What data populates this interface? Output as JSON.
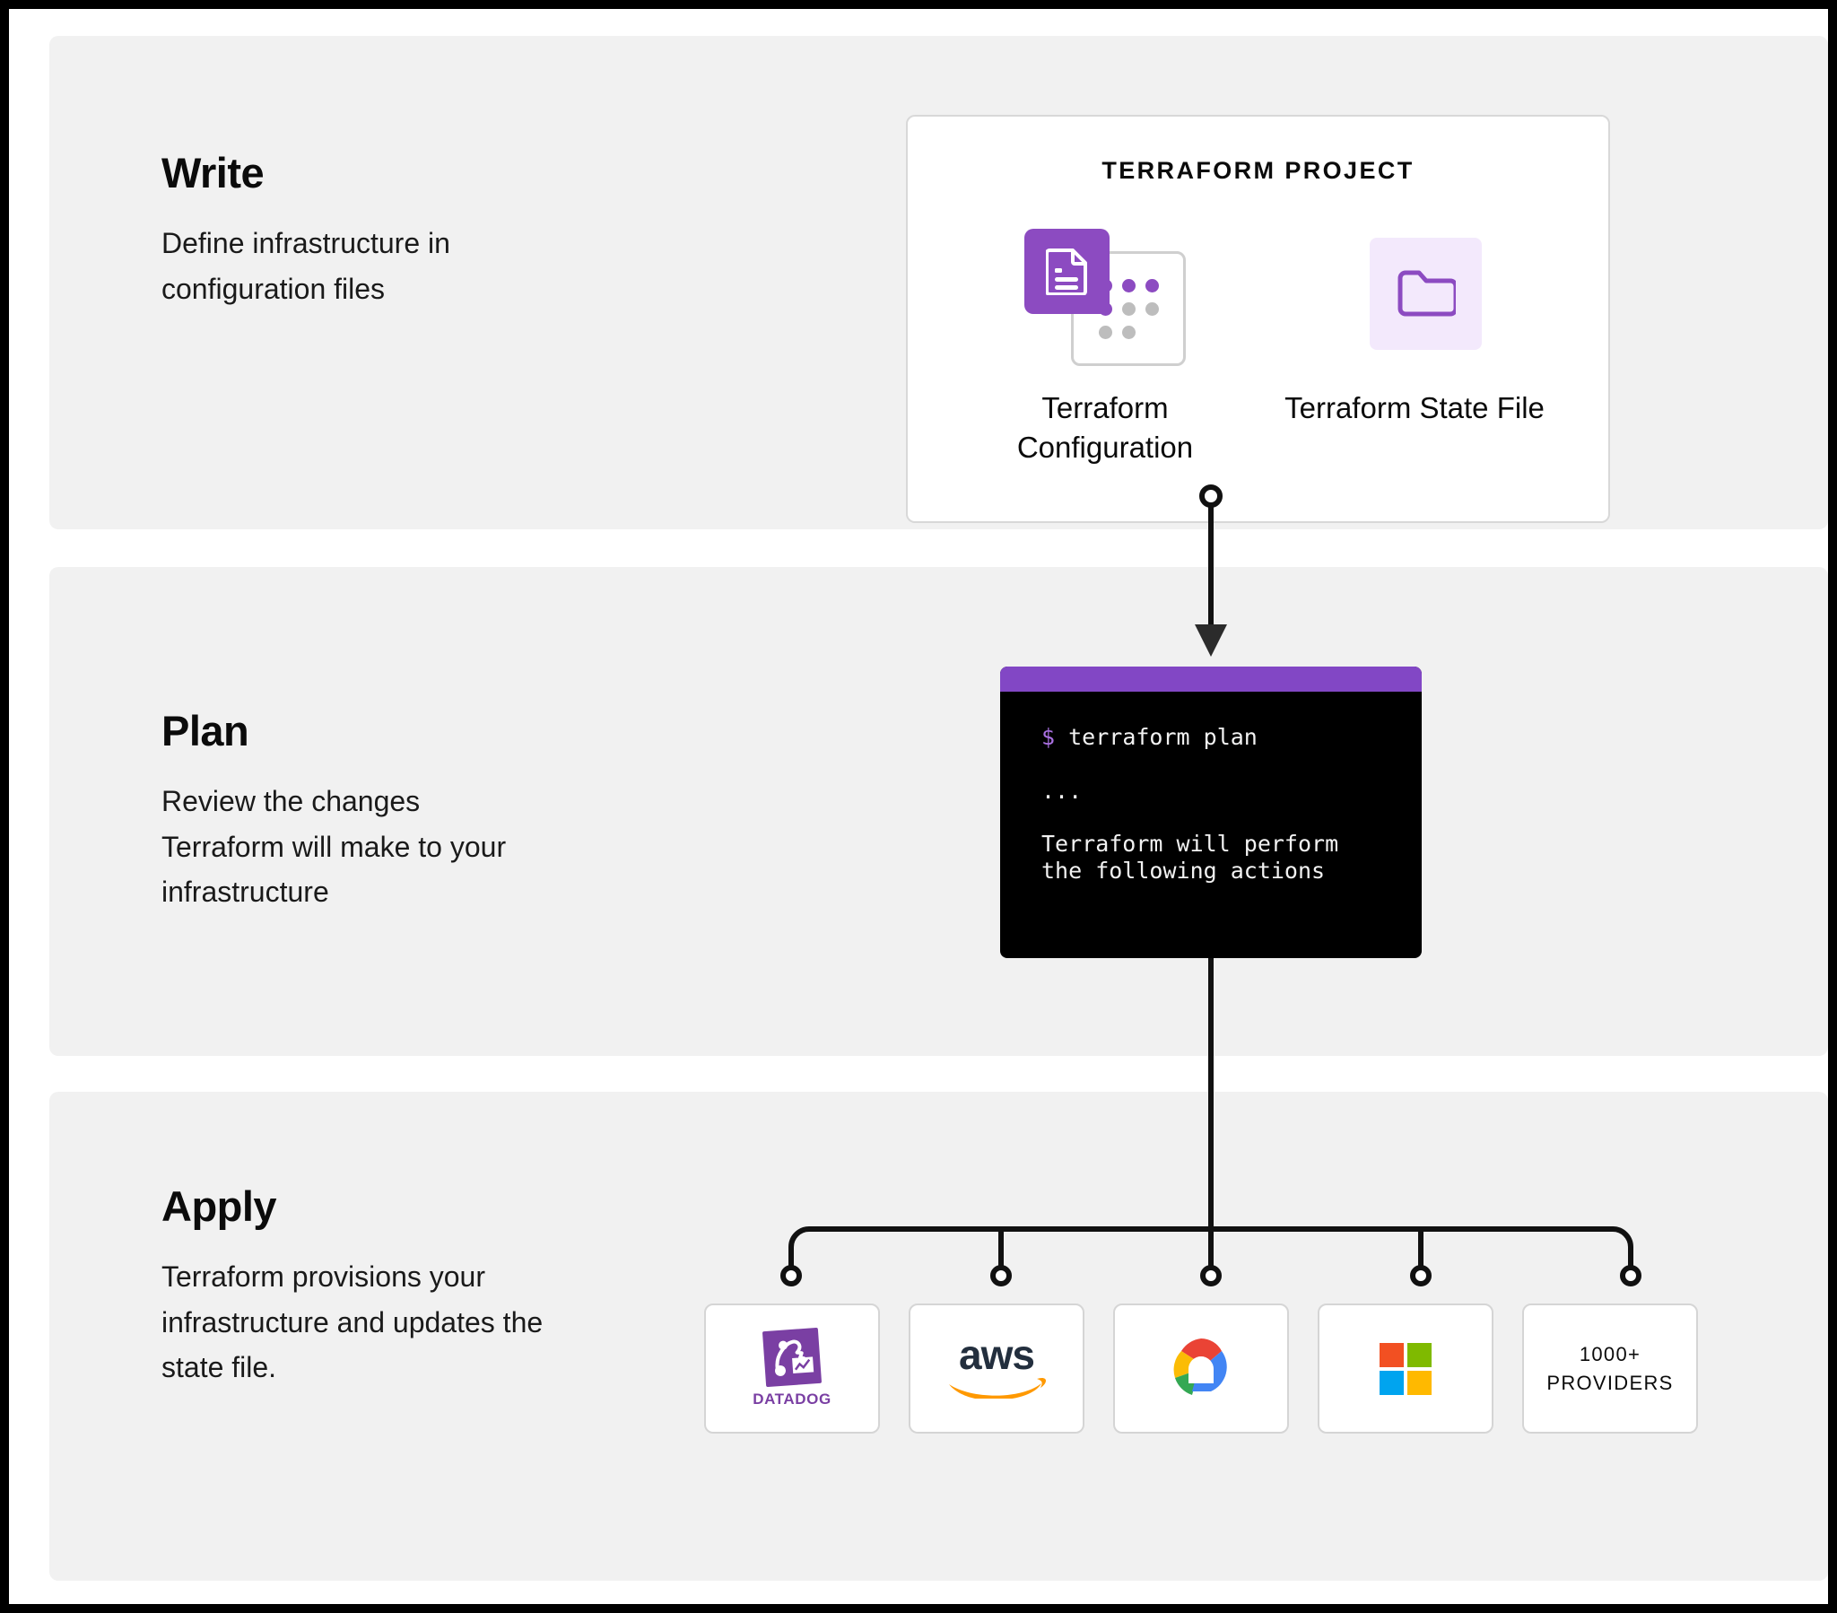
{
  "sections": [
    {
      "id": "write",
      "title": "Write",
      "description": "Define infrastructure in configuration files"
    },
    {
      "id": "plan",
      "title": "Plan",
      "description": "Review the changes Terraform will make to your infrastructure"
    },
    {
      "id": "apply",
      "title": "Apply",
      "description": "Terraform provisions your infrastructure and updates the state file."
    }
  ],
  "project_card": {
    "title": "TERRAFORM PROJECT",
    "assets": [
      {
        "label": "Terraform Configuration",
        "icon": "document-icon"
      },
      {
        "label": "Terraform State File",
        "icon": "folder-icon"
      }
    ]
  },
  "terminal": {
    "prompt": "$",
    "command": "terraform plan",
    "ellipsis": "...",
    "output_line_1": "Terraform will perform",
    "output_line_2": "the following actions"
  },
  "providers": [
    {
      "name": "Datadog",
      "logo": "datadog-logo",
      "wordmark": "DATADOG"
    },
    {
      "name": "AWS",
      "logo": "aws-logo",
      "wordmark": "aws"
    },
    {
      "name": "Google Cloud",
      "logo": "google-cloud-logo",
      "wordmark": ""
    },
    {
      "name": "Microsoft Azure",
      "logo": "microsoft-logo",
      "wordmark": ""
    },
    {
      "name": "More providers",
      "logo": "",
      "line1": "1000+",
      "line2": "PROVIDERS"
    }
  ],
  "colors": {
    "purple": "#8247c5",
    "purple_dark": "#7a3fa3",
    "purple_light": "#f3e9fc",
    "panel_bg": "#f1f1f1",
    "terminal_bg": "#000000",
    "aws_orange": "#ff9900",
    "aws_dark": "#232f3e",
    "ms_red": "#f25022",
    "ms_green": "#7fba00",
    "ms_blue": "#00a4ef",
    "ms_yellow": "#ffb900"
  }
}
